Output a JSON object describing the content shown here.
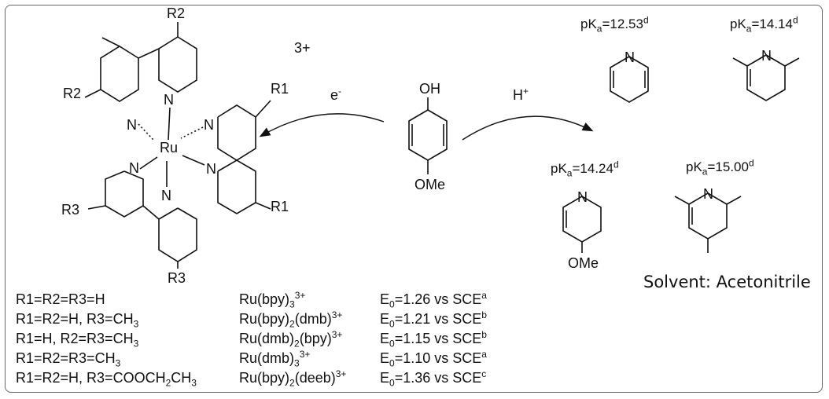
{
  "complex": {
    "charge": "3+",
    "metal": "Ru",
    "n_atom": "N",
    "r1": "R1",
    "r2": "R2",
    "r3": "R3"
  },
  "reaction": {
    "electron": "e",
    "electron_sup": "-",
    "proton": "H",
    "proton_sup": "+",
    "oh": "OH",
    "ome": "OMe"
  },
  "bases": [
    {
      "pka_prefix": "pK",
      "pka_sub": "a",
      "pka_value": "=12.53",
      "note": "d"
    },
    {
      "pka_prefix": "pK",
      "pka_sub": "a",
      "pka_value": "=14.14",
      "note": "d"
    },
    {
      "pka_prefix": "pK",
      "pka_sub": "a",
      "pka_value": "=14.24",
      "note": "d"
    },
    {
      "pka_prefix": "pK",
      "pka_sub": "a",
      "pka_value": "=15.00",
      "note": "d"
    }
  ],
  "solvent": "Solvent: Acetonitrile",
  "substituents": [
    {
      "a": "R1=R2=R3=H",
      "sub": "",
      "b": ""
    },
    {
      "a": "R1=R2=H, R3=CH",
      "sub": "3",
      "b": ""
    },
    {
      "a": "R1=H, R2=R3=CH",
      "sub": "3",
      "b": ""
    },
    {
      "a": "R1=R2=R3=CH",
      "sub": "3",
      "b": ""
    },
    {
      "a": "R1=R2=H, R3=COOCH",
      "sub": "2",
      "b": "CH",
      "sub2": "3"
    }
  ],
  "complexes": [
    {
      "p1": "Ru(bpy)",
      "s1": "3",
      "p2": "",
      "s2": "",
      "p3": "",
      "sup": "3+"
    },
    {
      "p1": "Ru(bpy)",
      "s1": "2",
      "p2": "(dmb)",
      "s2": "",
      "p3": "",
      "sup": "3+"
    },
    {
      "p1": "Ru(dmb)",
      "s1": "2",
      "p2": "(bpy)",
      "s2": "",
      "p3": "",
      "sup": "3+"
    },
    {
      "p1": "Ru(dmb)",
      "s1": "3",
      "p2": "",
      "s2": "",
      "p3": "",
      "sup": "3+"
    },
    {
      "p1": "Ru(bpy)",
      "s1": "2",
      "p2": "(deeb)",
      "s2": "",
      "p3": "",
      "sup": "3+"
    }
  ],
  "potentials": [
    {
      "e": "E",
      "sub": "0",
      "text": "=1.26 vs SCE",
      "note": "a"
    },
    {
      "e": "E",
      "sub": "0",
      "text": "=1.21 vs SCE",
      "note": "b"
    },
    {
      "e": "E",
      "sub": "0",
      "text": "=1.15 vs SCE",
      "note": "b"
    },
    {
      "e": "E",
      "sub": "0",
      "text": "=1.10 vs SCE",
      "note": "a"
    },
    {
      "e": "E",
      "sub": "0",
      "text": "=1.36 vs SCE",
      "note": "c"
    }
  ]
}
